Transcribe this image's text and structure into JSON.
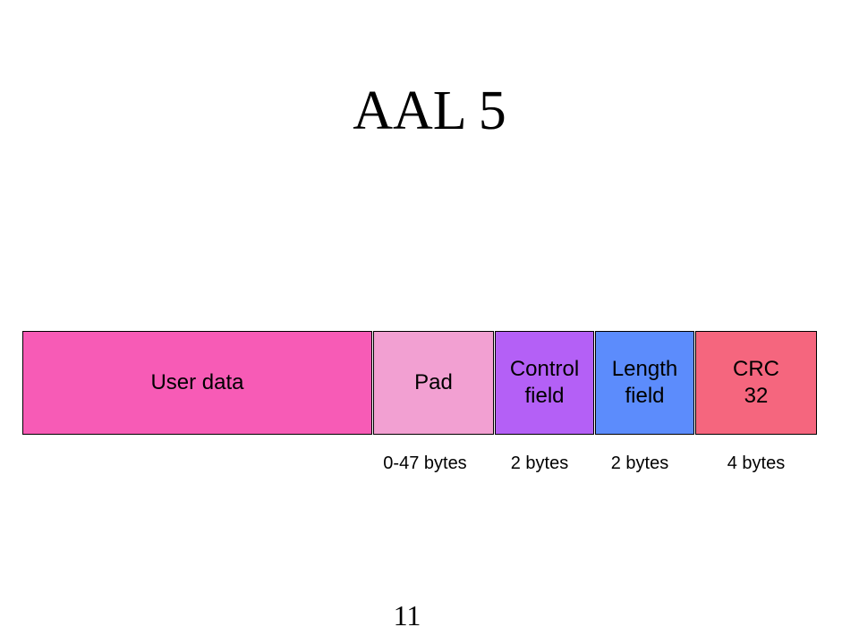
{
  "title": "AAL 5",
  "fields": [
    {
      "label": "User data",
      "color": "#f75bb6",
      "size": ""
    },
    {
      "label": "Pad",
      "color": "#f2a0d2",
      "size": "0-47 bytes"
    },
    {
      "label": "Control\nfield",
      "color": "#b460f6",
      "size": "2 bytes"
    },
    {
      "label": "Length\nfield",
      "color": "#5c8cfc",
      "size": "2 bytes"
    },
    {
      "label": "CRC\n32",
      "color": "#f5667e",
      "size": "4 bytes"
    }
  ],
  "page_number": "11"
}
